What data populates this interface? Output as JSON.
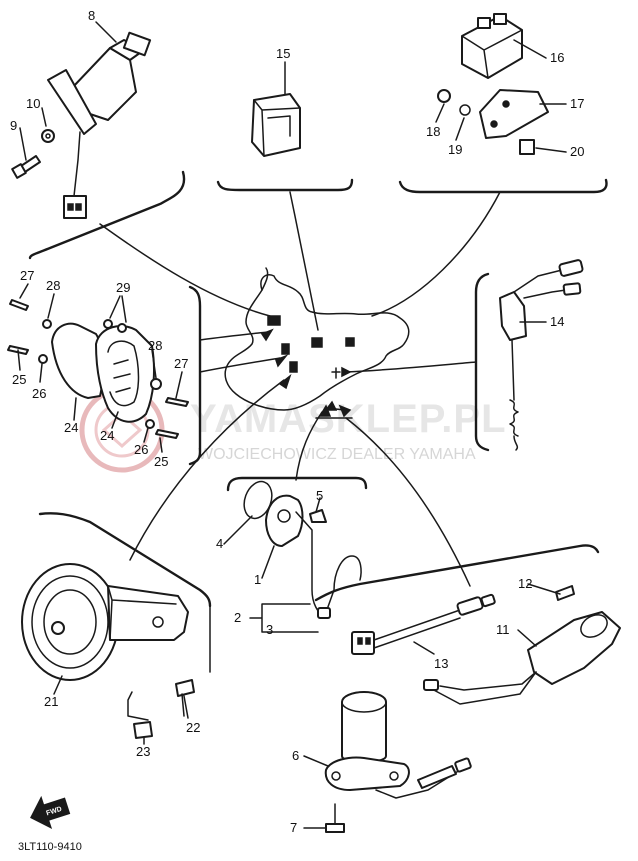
{
  "watermark": {
    "brand": "YAMASKLEP.PL",
    "dealer": "WOJCIECHOWICZ DEALER YAMAHA",
    "accent_color": "#d91f26"
  },
  "diagram_code": "3LT110-9410",
  "forward_badge": "FWD",
  "callouts": [
    "1",
    "2",
    "3",
    "4",
    "5",
    "6",
    "7",
    "8",
    "9",
    "10",
    "11",
    "12",
    "13",
    "14",
    "15",
    "16",
    "17",
    "18",
    "19",
    "20",
    "21",
    "22",
    "23",
    "24",
    "25",
    "26",
    "27",
    "28",
    "29"
  ],
  "duplicate_callouts": {
    "24b": "24",
    "25b": "25",
    "26b": "26",
    "27b": "27",
    "28b": "28"
  }
}
